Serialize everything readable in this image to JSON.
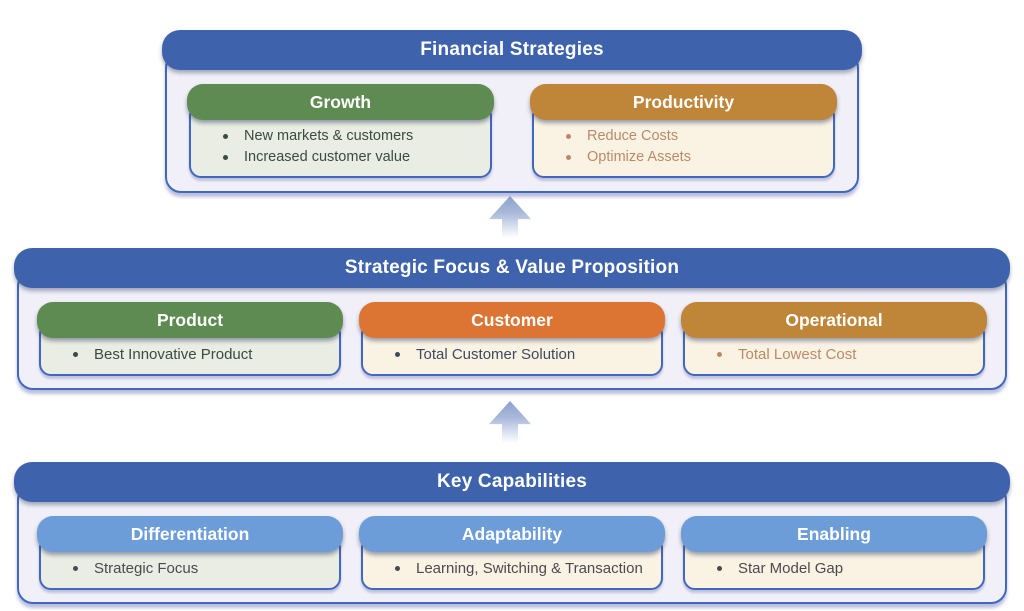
{
  "colors": {
    "tier_header_blue": "#3e63ac",
    "border_blue": "#4268be",
    "tier_body_bg": "#f1f0f8",
    "green": "#5e8b51",
    "orange": "#dc7434",
    "bronze": "#bf8539",
    "light_blue": "#6d9dd9",
    "green_body": "#e9ede3",
    "cream_body": "#faf3e4",
    "text_dark_green": "#3a4b42",
    "text_tan": "#ba8a68",
    "text_slate": "#3e4a5e",
    "text_gray": "#4a4a50"
  },
  "icons": {
    "up_arrow": "block-up-arrow"
  },
  "tiers": [
    {
      "title": "Financial Strategies",
      "cards": [
        {
          "title": "Growth",
          "items": [
            "New markets & customers",
            "Increased customer value"
          ]
        },
        {
          "title": "Productivity",
          "items": [
            "Reduce Costs",
            "Optimize Assets"
          ]
        }
      ]
    },
    {
      "title": "Strategic Focus & Value Proposition",
      "cards": [
        {
          "title": "Product",
          "items": [
            "Best Innovative Product"
          ]
        },
        {
          "title": "Customer",
          "items": [
            "Total Customer Solution"
          ]
        },
        {
          "title": "Operational",
          "items": [
            "Total Lowest Cost"
          ]
        }
      ]
    },
    {
      "title": "Key Capabilities",
      "cards": [
        {
          "title": "Differentiation",
          "items": [
            "Strategic Focus"
          ]
        },
        {
          "title": "Adaptability",
          "items": [
            "Learning, Switching & Transaction"
          ]
        },
        {
          "title": "Enabling",
          "items": [
            "Star Model Gap"
          ]
        }
      ]
    }
  ]
}
